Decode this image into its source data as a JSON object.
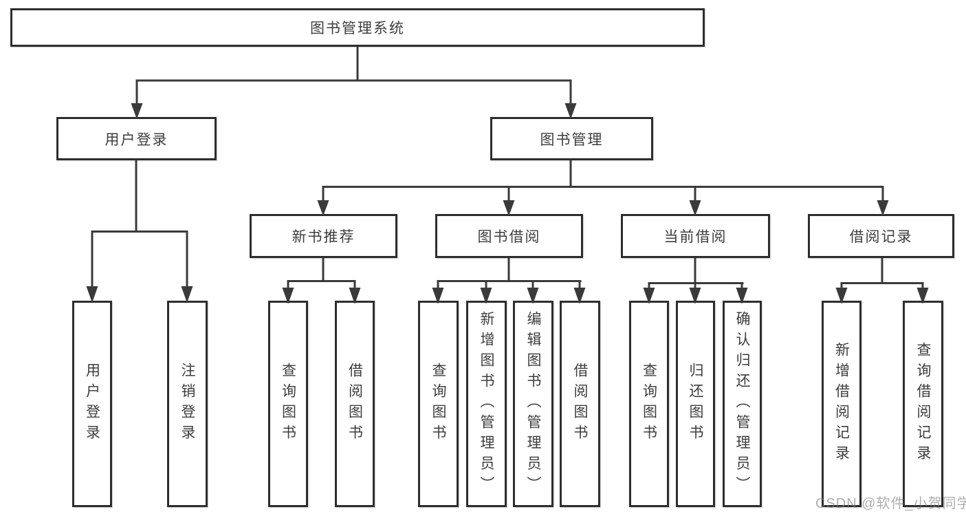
{
  "diagram": {
    "root": {
      "label": "图书管理系统"
    },
    "level2": [
      {
        "id": "user-login",
        "label": "用户登录"
      },
      {
        "id": "book-management",
        "label": "图书管理"
      }
    ],
    "level3": [
      {
        "id": "new-book-recommend",
        "label": "新书推荐"
      },
      {
        "id": "book-borrowing",
        "label": "图书借阅"
      },
      {
        "id": "current-borrowing",
        "label": "当前借阅"
      },
      {
        "id": "borrowing-records",
        "label": "借阅记录"
      }
    ],
    "leaves": [
      {
        "parent": "user-login",
        "label": "用户登录"
      },
      {
        "parent": "user-login",
        "label": "注销登录"
      },
      {
        "parent": "new-book-recommend",
        "label": "查询图书"
      },
      {
        "parent": "new-book-recommend",
        "label": "借阅图书"
      },
      {
        "parent": "book-borrowing",
        "label": "查询图书"
      },
      {
        "parent": "book-borrowing",
        "label": "新增图书（管理员）"
      },
      {
        "parent": "book-borrowing",
        "label": "编辑图书（管理员）"
      },
      {
        "parent": "book-borrowing",
        "label": "借阅图书"
      },
      {
        "parent": "current-borrowing",
        "label": "查询图书"
      },
      {
        "parent": "current-borrowing",
        "label": "归还图书"
      },
      {
        "parent": "current-borrowing",
        "label": "确认归还（管理员）"
      },
      {
        "parent": "borrowing-records",
        "label": "新增借阅记录"
      },
      {
        "parent": "borrowing-records",
        "label": "查询借阅记录"
      }
    ],
    "colors": {
      "line": "#3a3a3a",
      "border": "#2d2d2d",
      "text": "#3d3d3d",
      "background": "#ffffff"
    }
  },
  "watermark": {
    "text": "CSDN @软件_小贺同学"
  }
}
